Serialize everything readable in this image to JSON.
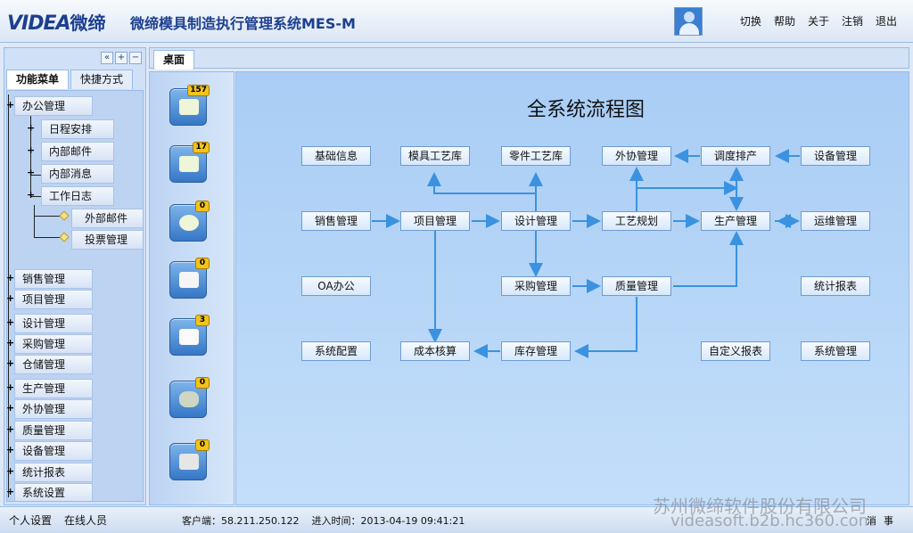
{
  "header": {
    "logo_latin": "VIDEA",
    "logo_cn": "微缔",
    "app_title": "微缔模具制造执行管理系统MES-M",
    "links": [
      "切换",
      "帮助",
      "关于",
      "注销",
      "退出"
    ]
  },
  "left_panel": {
    "tools": [
      "«",
      "+",
      "−"
    ],
    "tabs": [
      "功能菜单",
      "快捷方式"
    ],
    "tree": {
      "office": "办公管理",
      "office_children": [
        "日程安排",
        "内部邮件",
        "内部消息",
        "工作日志"
      ],
      "log_children": [
        "外部邮件",
        "投票管理"
      ],
      "modules": [
        "销售管理",
        "项目管理",
        "设计管理",
        "采购管理",
        "仓储管理",
        "生产管理",
        "外协管理",
        "质量管理",
        "设备管理",
        "统计报表",
        "系统设置"
      ]
    }
  },
  "main_tab": "桌面",
  "quick_badges": [
    "157",
    "17",
    "0",
    "0",
    "3",
    "0",
    "0"
  ],
  "flow": {
    "title": "全系统流程图",
    "boxes": {
      "base_info": "基础信息",
      "mold_craft": "模具工艺库",
      "part_craft": "零件工艺库",
      "outsource": "外协管理",
      "schedule": "调度排产",
      "equipment": "设备管理",
      "sales": "销售管理",
      "project": "项目管理",
      "design": "设计管理",
      "process": "工艺规划",
      "production": "生产管理",
      "maintenance": "运维管理",
      "oa": "OA办公",
      "purchase": "采购管理",
      "quality": "质量管理",
      "stats": "统计报表",
      "sysconfig": "系统配置",
      "cost": "成本核算",
      "inventory": "库存管理",
      "custom_report": "自定义报表",
      "sysmgmt": "系统管理"
    }
  },
  "status": {
    "left": [
      "个人设置",
      "在线人员"
    ],
    "client_label": "客户端：",
    "client_ip": "58.211.250.122",
    "login_label": "进入时间：",
    "login_time": "2013-04-19 09:41:21",
    "right": [
      "消",
      "事"
    ]
  },
  "watermark": {
    "company": "苏州微缔软件股份有限公司",
    "site": "videasoft.b2b.hc360.com"
  }
}
